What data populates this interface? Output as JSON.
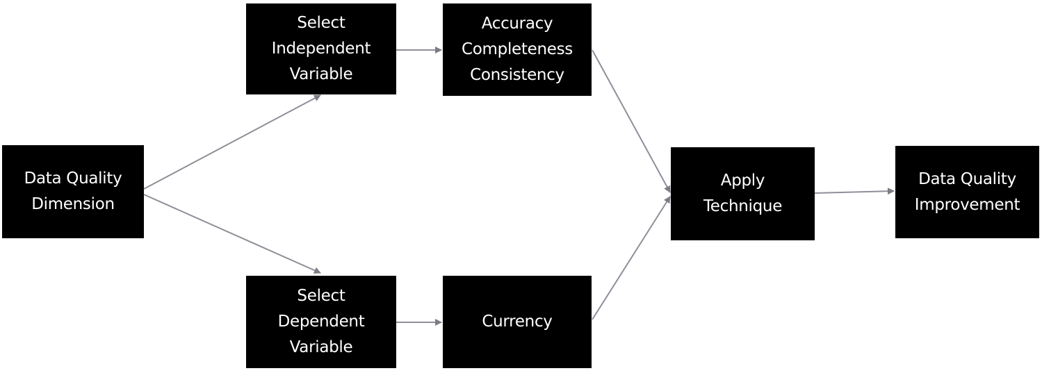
{
  "diagram": {
    "nodes": {
      "dimension": {
        "label": "Data Quality\nDimension"
      },
      "independent": {
        "label": "Select\nIndependent\nVariable"
      },
      "dependent": {
        "label": "Select\nDependent\nVariable"
      },
      "acc": {
        "label": "Accuracy\nCompleteness\nConsistency"
      },
      "currency": {
        "label": "Currency"
      },
      "apply": {
        "label": "Apply\nTechnique"
      },
      "improvement": {
        "label": "Data Quality\nImprovement"
      }
    },
    "edges": [
      {
        "from": "dimension",
        "to": "independent"
      },
      {
        "from": "dimension",
        "to": "dependent"
      },
      {
        "from": "independent",
        "to": "acc"
      },
      {
        "from": "dependent",
        "to": "currency"
      },
      {
        "from": "acc",
        "to": "apply"
      },
      {
        "from": "currency",
        "to": "apply"
      },
      {
        "from": "apply",
        "to": "improvement"
      }
    ],
    "colors": {
      "box_fill": "#000000",
      "box_text": "#ffffff",
      "connector": "#8e8e99"
    }
  }
}
